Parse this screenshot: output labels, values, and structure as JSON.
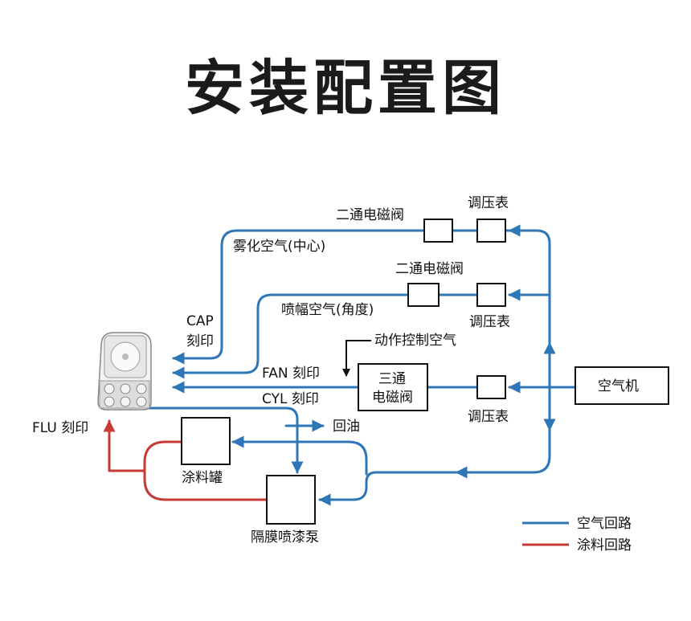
{
  "title": "安装配置图",
  "labels": {
    "solenoid_two_way_top": "二通电磁阀",
    "regulator_top": "调压表",
    "atomizing_air": "雾化空气(中心)",
    "solenoid_two_way_mid": "二通电磁阀",
    "fan_air": "喷幅空气(角度)",
    "regulator_mid": "调压表",
    "action_control_air": "动作控制空气",
    "cap_port_line1": "CAP",
    "cap_port_line2": "刻印",
    "fan_port": "FAN 刻印",
    "three_way_line1": "三通",
    "three_way_line2": "电磁阀",
    "cyl_port": "CYL 刻印",
    "regulator_bottom": "调压表",
    "air_compressor": "空气机",
    "flu_port": "FLU 刻印",
    "oil_return": "回油",
    "paint_tank": "涂料罐",
    "diaphragm_pump": "隔膜喷漆泵"
  },
  "legend": {
    "air_circuit": "空气回路",
    "paint_circuit": "涂料回路"
  },
  "colors": {
    "air": "#2f76b6",
    "paint": "#c63a36",
    "box_stroke": "#111111"
  }
}
